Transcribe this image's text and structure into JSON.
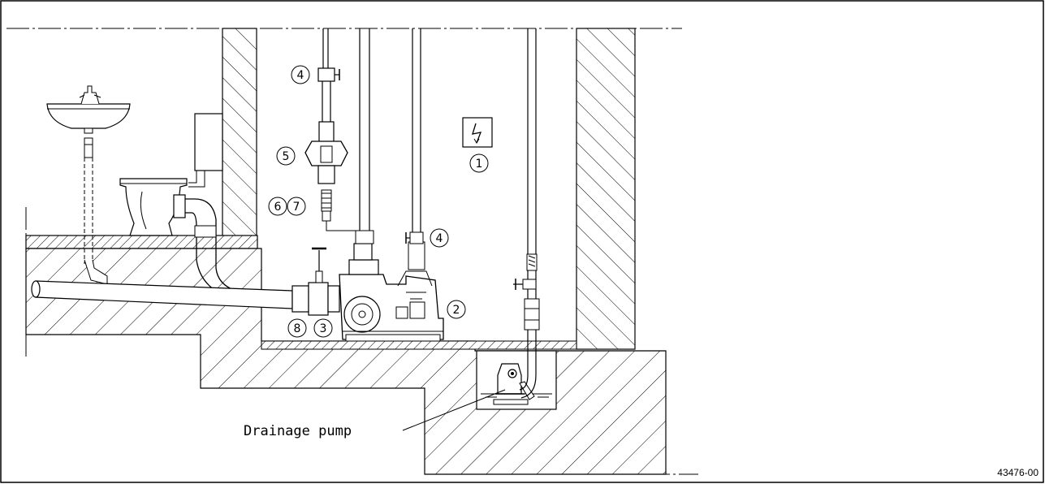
{
  "callouts": {
    "c1": "1",
    "c2": "2",
    "c3": "3",
    "c4a": "4",
    "c4b": "4",
    "c5": "5",
    "c6": "6",
    "c7": "7",
    "c8": "8"
  },
  "electrical_symbol": "electrical-hazard-icon",
  "drainage_label": "Drainage pump",
  "reference": "43476-00"
}
